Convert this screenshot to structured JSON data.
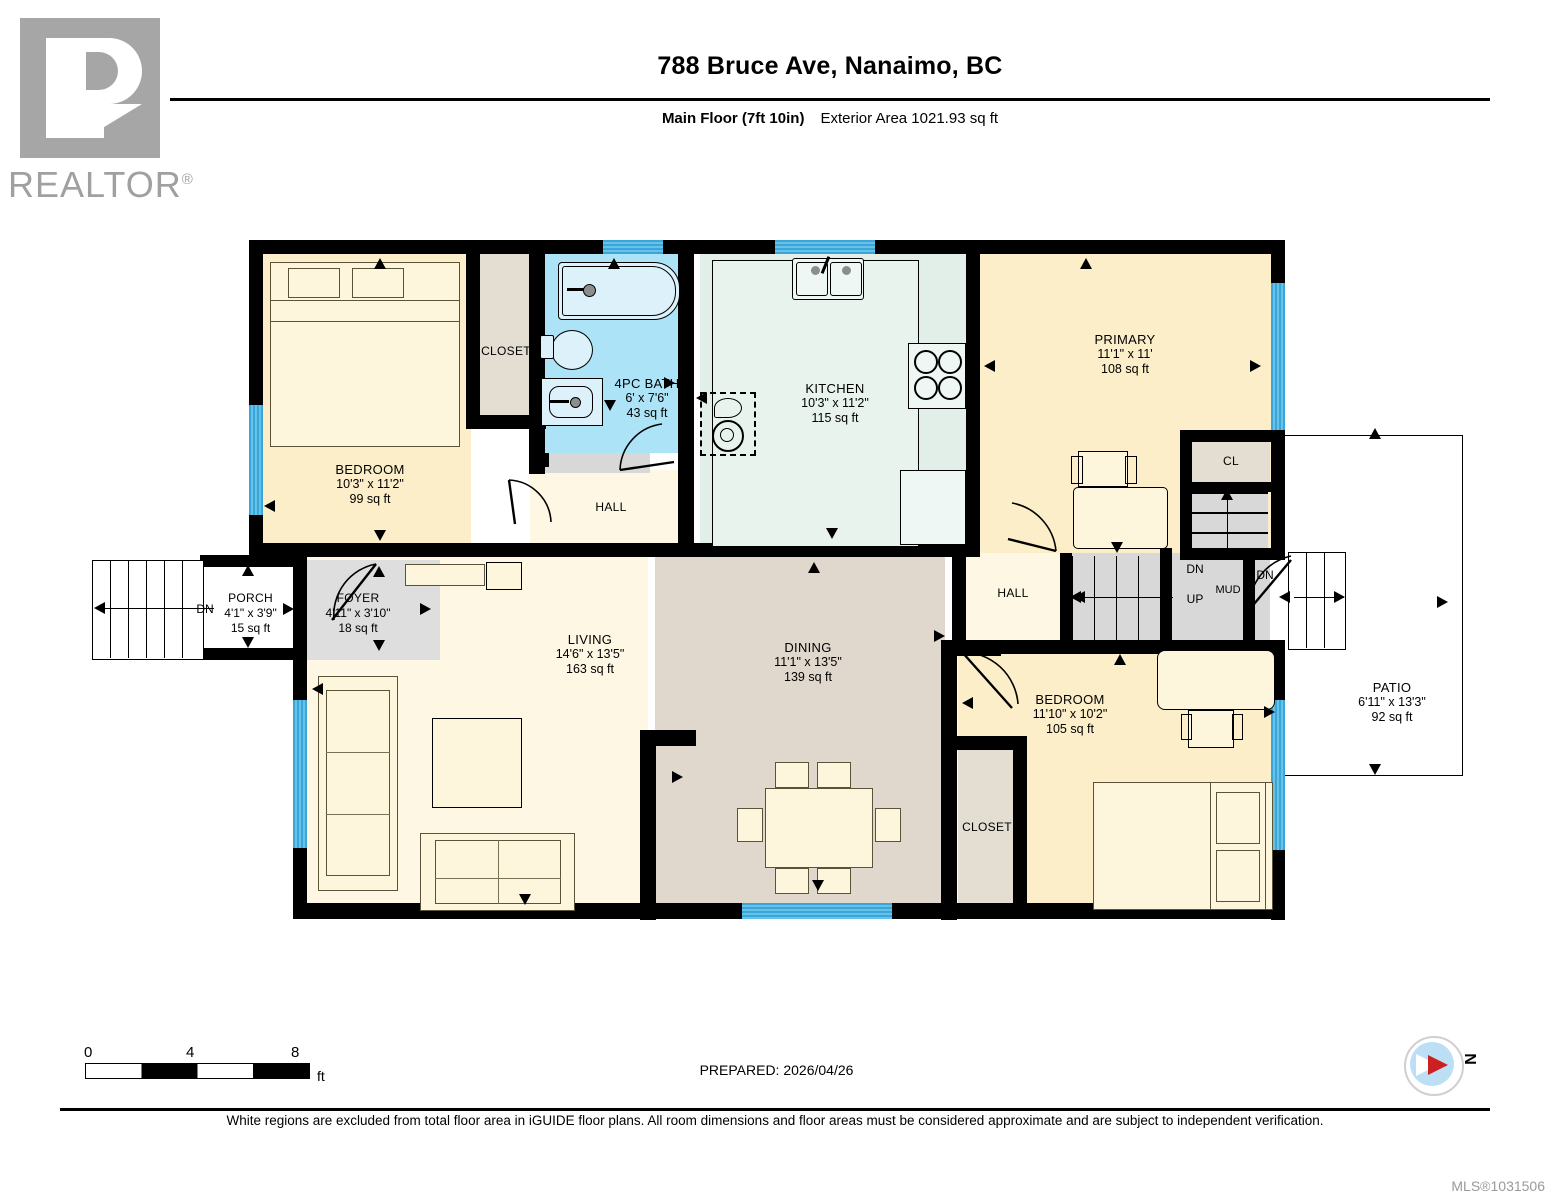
{
  "branding": {
    "logo_text": "REALTOR",
    "logo_registered": "®",
    "logo_name": "realtor-logo"
  },
  "header": {
    "title": "788 Bruce Ave, Nanaimo, BC",
    "floor_label": "Main Floor (7ft 10in)",
    "area_label": "Exterior Area 1021.93 sq ft"
  },
  "rooms": [
    {
      "name": "BEDROOM",
      "dims": "10'3\" x 11'2\"",
      "area": "99 sq ft"
    },
    {
      "name": "CLOSET",
      "dims": "",
      "area": ""
    },
    {
      "name": "4PC BATH",
      "dims": "6' x 7'6\"",
      "area": "43 sq ft"
    },
    {
      "name": "KITCHEN",
      "dims": "10'3\" x 11'2\"",
      "area": "115 sq ft"
    },
    {
      "name": "PRIMARY",
      "dims": "11'1\" x 11'",
      "area": "108 sq ft"
    },
    {
      "name": "CL",
      "dims": "",
      "area": ""
    },
    {
      "name": "HALL",
      "dims": "",
      "area": ""
    },
    {
      "name": "HALL",
      "dims": "",
      "area": ""
    },
    {
      "name": "PORCH",
      "dims": "4'1\" x 3'9\"",
      "area": "15 sq ft"
    },
    {
      "name": "FOYER",
      "dims": "4'11\" x 3'10\"",
      "area": "18 sq ft"
    },
    {
      "name": "LIVING",
      "dims": "14'6\" x 13'5\"",
      "area": "163 sq ft"
    },
    {
      "name": "DINING",
      "dims": "11'1\" x 13'5\"",
      "area": "139 sq ft"
    },
    {
      "name": "BEDROOM",
      "dims": "11'10\" x 10'2\"",
      "area": "105 sq ft"
    },
    {
      "name": "CLOSET",
      "dims": "",
      "area": ""
    },
    {
      "name": "PATIO",
      "dims": "6'11\" x 13'3\"",
      "area": "92 sq ft"
    },
    {
      "name": "MUD",
      "dims": "",
      "area": ""
    }
  ],
  "stair_markers": {
    "dn_porch": "DN",
    "dn_mud": "DN",
    "up_mud": "UP",
    "dn_right": "DN"
  },
  "scale": {
    "t0": "0",
    "t4": "4",
    "t8": "8",
    "unit": "ft"
  },
  "footer": {
    "prepared": "PREPARED: 2026/04/26",
    "disclaimer": "White regions are excluded from total floor area in iGUIDE floor plans. All room dimensions and floor areas must be considered approximate and are subject to independent verification.",
    "mls": "MLS®1031506",
    "compass_label": "N"
  }
}
